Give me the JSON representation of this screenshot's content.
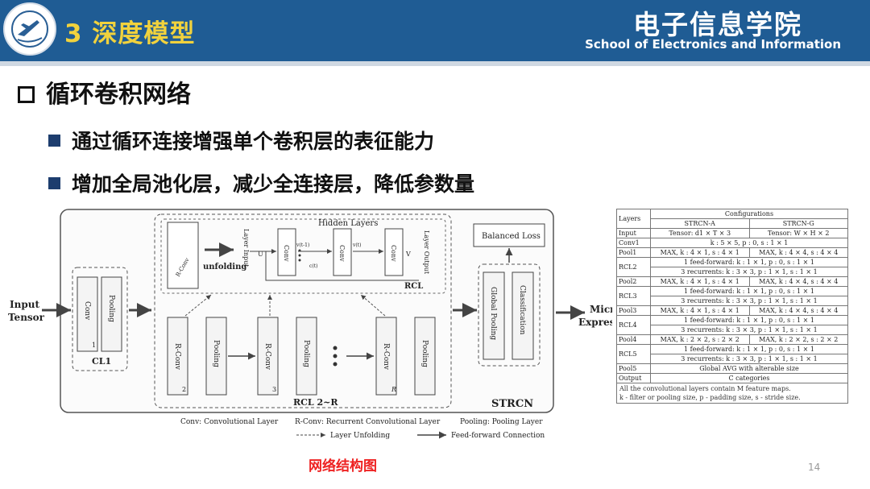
{
  "header": {
    "title": "3 深度模型",
    "school_cn": "电子信息学院",
    "school_en": "School of Electronics and Information"
  },
  "section": {
    "heading": "循环卷积网络"
  },
  "bullets": [
    "通过循环连接增强单个卷积层的表征能力",
    "增加全局池化层，减少全连接层，降低参数量"
  ],
  "diagram": {
    "input_label": [
      "Input",
      "Tensor"
    ],
    "output_label": [
      "Micr",
      "Expres"
    ],
    "cl1": {
      "conv": "Conv",
      "pool": "Pooling",
      "num": "1",
      "label": "CL1"
    },
    "hidden": {
      "title": "Hidden Layers",
      "rconv_icon": "R-Conv",
      "unfolding": "unfolding",
      "layer_input": "Layer Input",
      "layer_output": "Layer Output",
      "conv": "Conv",
      "u": "U",
      "v": "V",
      "vt_prev": "v(t-1)",
      "vt": "v(t)",
      "ct": "c(t)",
      "rcl": "RCL"
    },
    "rcl_blocks": [
      {
        "rconv": "R-Conv",
        "pool": "Pooling",
        "num": "2"
      },
      {
        "rconv": "R-Conv",
        "pool": "Pooling",
        "num": "3"
      },
      {
        "rconv": "R-Conv",
        "pool": "Pooling",
        "num": "R"
      }
    ],
    "rcl_label": "RCL 2~R",
    "balanced_loss": "Balanced Loss",
    "global_pooling": "Global Pooling",
    "classification": "Classification",
    "strcn": "STRCN",
    "legend": {
      "conv": "Conv: Convolutional Layer",
      "rconv": "R-Conv: Recurrent Convolutional Layer",
      "pool": "Pooling: Pooling Layer",
      "unfold": "Layer Unfolding",
      "ff": "Feed-forward Connection"
    }
  },
  "caption": "网络结构图",
  "table": {
    "head_layers": "Layers",
    "head_config": "Configurations",
    "head_a": "STRCN-A",
    "head_g": "STRCN-G",
    "rows": [
      {
        "layer": "Input",
        "a": "Tensor: d1 × T × 3",
        "g": "Tensor: W × H × 2"
      },
      {
        "layer": "Conv1",
        "span": "k : 5 × 5, p : 0, s : 1 × 1"
      },
      {
        "layer": "Pool1",
        "a": "MAX, k : 4 × 1, s : 4 × 1",
        "g": "MAX, k : 4 × 4, s : 4 × 4"
      },
      {
        "layer": "RCL2",
        "lines": [
          "1 feed-forward: k : 1 × 1, p : 0, s : 1 × 1",
          "3 recurrents: k : 3 × 3, p : 1 × 1, s : 1 × 1"
        ]
      },
      {
        "layer": "Pool2",
        "a": "MAX, k : 4 × 1, s : 4 × 1",
        "g": "MAX, k : 4 × 4, s : 4 × 4"
      },
      {
        "layer": "RCL3",
        "lines": [
          "1 feed-forward: k : 1 × 1, p : 0, s : 1 × 1",
          "3 recurrents: k : 3 × 3, p : 1 × 1, s : 1 × 1"
        ]
      },
      {
        "layer": "Pool3",
        "a": "MAX, k : 4 × 1, s : 4 × 1",
        "g": "MAX, k : 4 × 4, s : 4 × 4"
      },
      {
        "layer": "RCL4",
        "lines": [
          "1 feed-forward: k : 1 × 1, p : 0, s : 1 × 1",
          "3 recurrents: k : 3 × 3, p : 1 × 1, s : 1 × 1"
        ]
      },
      {
        "layer": "Pool4",
        "a": "MAX, k : 2 × 2, s : 2 × 2",
        "g": "MAX, k : 2 × 2, s : 2 × 2"
      },
      {
        "layer": "RCL5",
        "lines": [
          "1 feed-forward: k : 1 × 1, p : 0, s : 1 × 1",
          "3 recurrents: k : 3 × 3, p : 1 × 1, s : 1 × 1"
        ]
      },
      {
        "layer": "Pool5",
        "span": "Global AVG with alterable size"
      },
      {
        "layer": "Output",
        "span": "C categories"
      }
    ],
    "notes": [
      "All the convolutional layers contain M feature maps.",
      "k - filter or pooling size, p - padding size, s - stride size."
    ]
  },
  "page_number": "14"
}
